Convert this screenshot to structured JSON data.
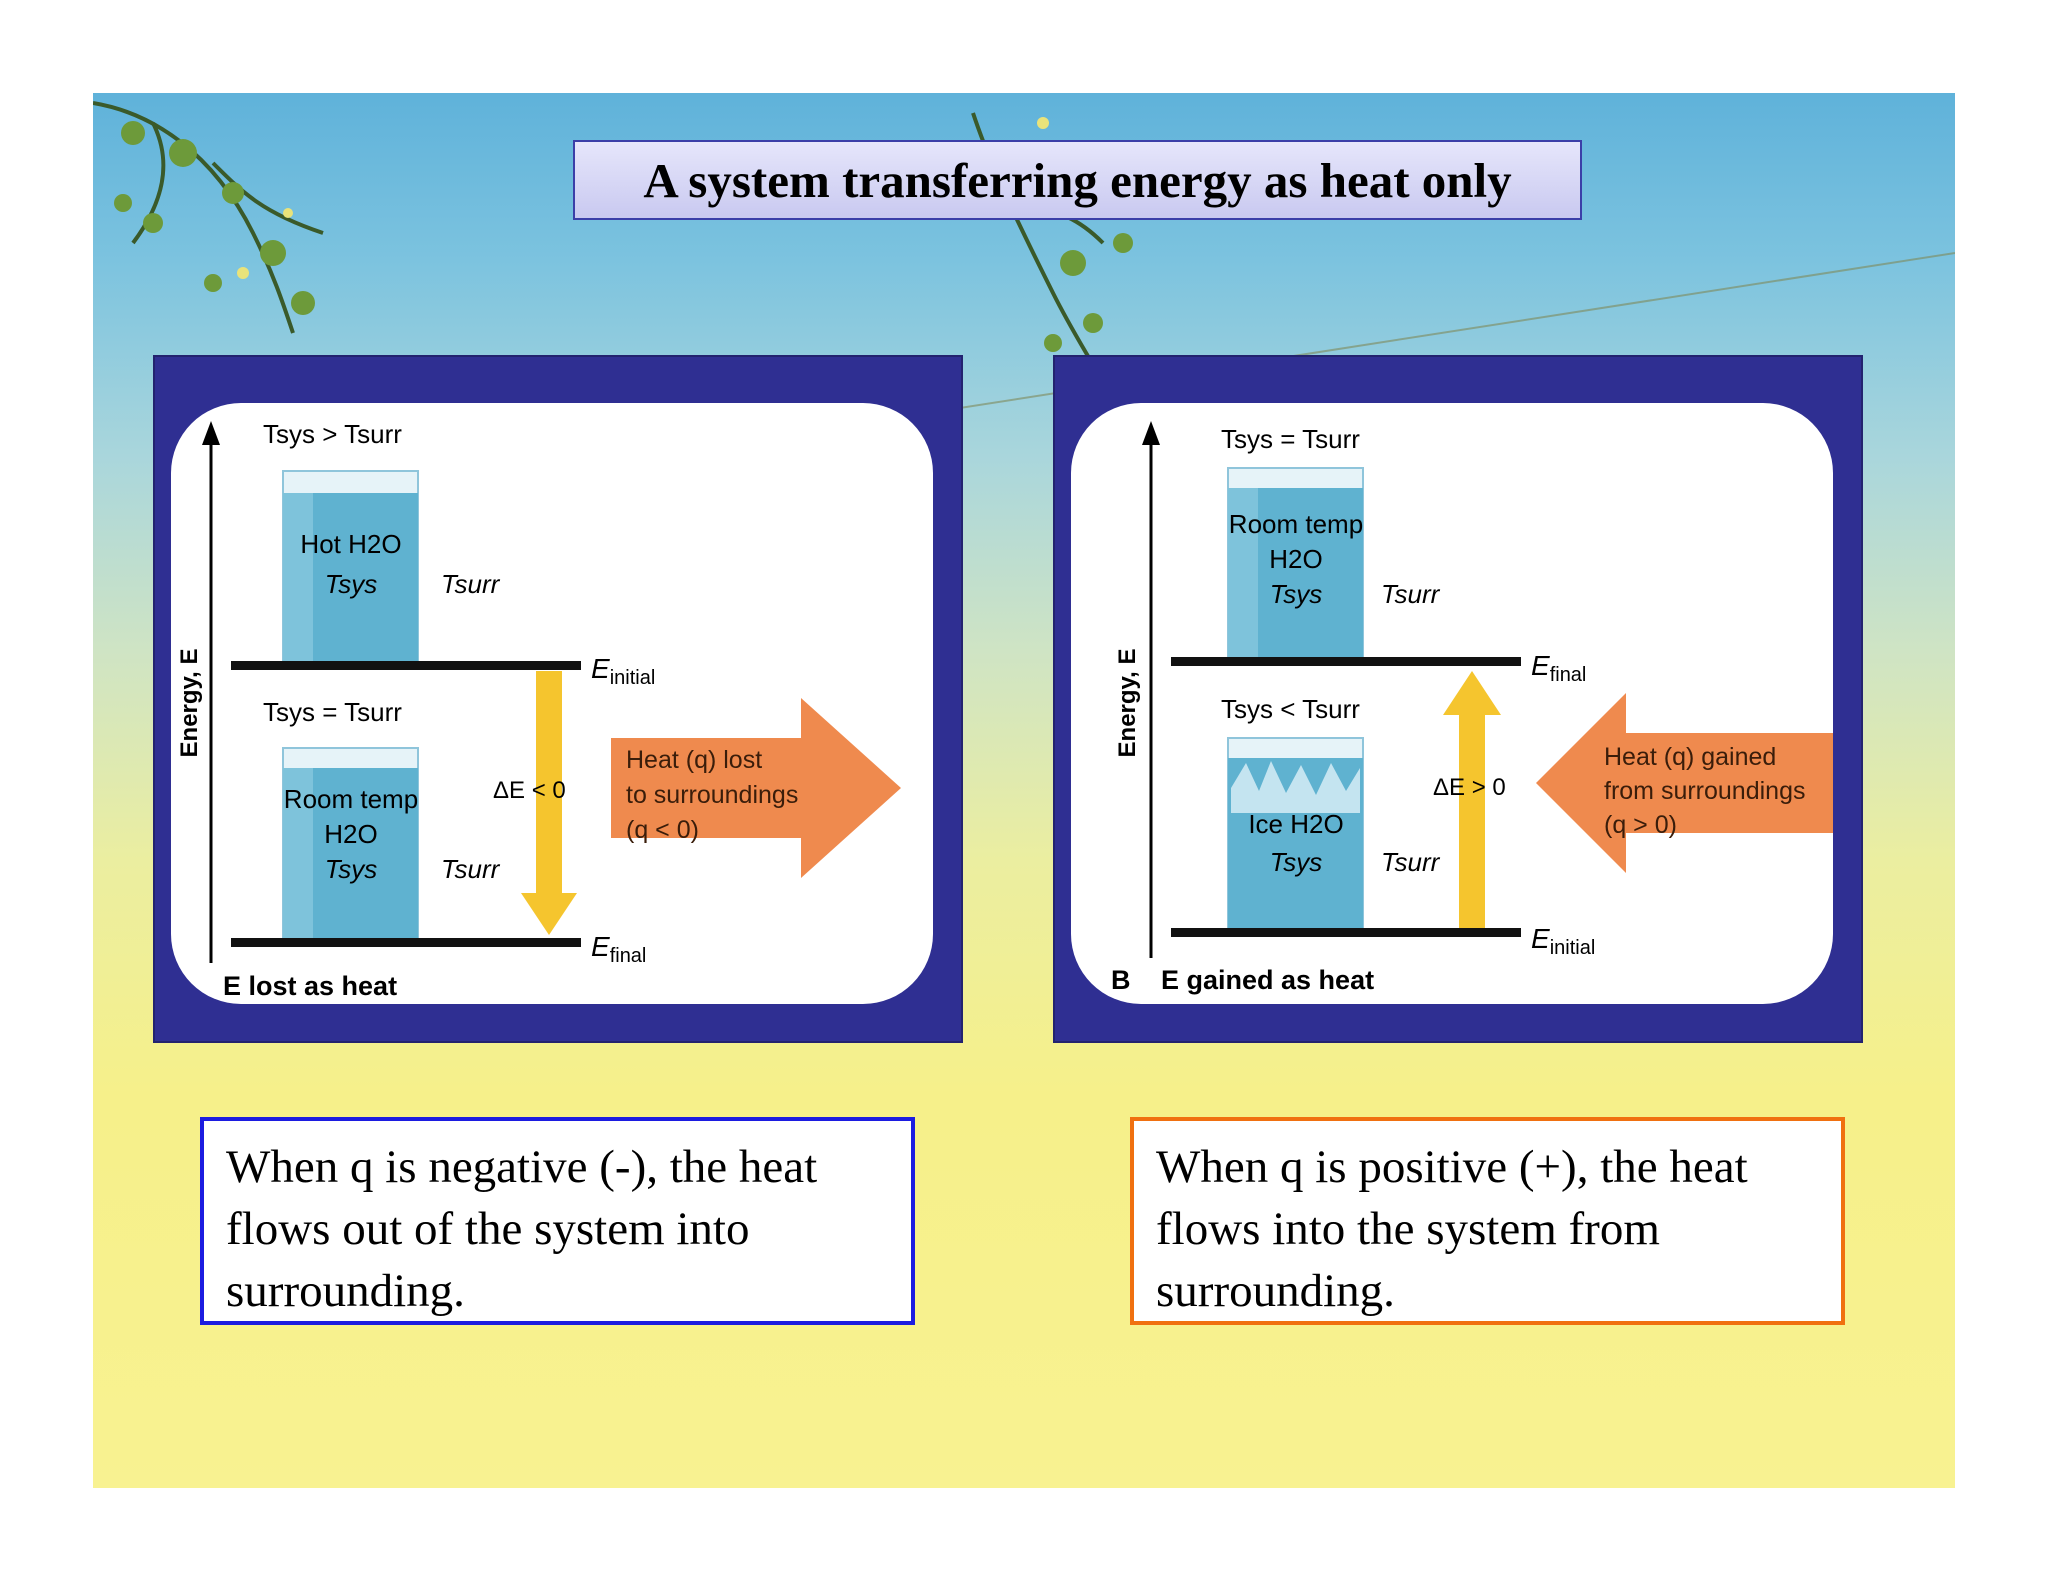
{
  "title": "A system transferring energy as heat only",
  "panels": [
    {
      "id": "a",
      "axis_label": "Energy, E",
      "panel_letter": "",
      "panel_caption": "E lost as heat",
      "top_level": {
        "e_main": "E",
        "e_sub": "initial"
      },
      "bottom_level": {
        "e_main": "E",
        "e_sub": "final"
      },
      "top_state": {
        "relation": "Tsys > Tsurr",
        "beaker_line1": "Hot H2O",
        "beaker_line2": "",
        "t_sys": "Tsys",
        "t_surr": "Tsurr"
      },
      "bottom_state": {
        "relation": "Tsys = Tsurr",
        "beaker_line1": "Room temp",
        "beaker_line2": "H2O",
        "t_sys": "Tsys",
        "t_surr": "Tsurr"
      },
      "delta_e": "ΔE < 0",
      "heat_line1": "Heat (q) lost",
      "heat_line2": "to surroundings",
      "heat_line3": "(q < 0)"
    },
    {
      "id": "b",
      "axis_label": "Energy, E",
      "panel_letter": "B",
      "panel_caption": "E gained as heat",
      "top_level": {
        "e_main": "E",
        "e_sub": "final"
      },
      "bottom_level": {
        "e_main": "E",
        "e_sub": "initial"
      },
      "top_state": {
        "relation": "Tsys = Tsurr",
        "beaker_line1": "Room temp",
        "beaker_line2": "H2O",
        "t_sys": "Tsys",
        "t_surr": "Tsurr"
      },
      "bottom_state": {
        "relation": "Tsys < Tsurr",
        "beaker_line1": "Ice H2O",
        "beaker_line2": "",
        "t_sys": "Tsys",
        "t_surr": "Tsurr"
      },
      "delta_e": "ΔE > 0",
      "heat_line1": "Heat (q) gained",
      "heat_line2": "from surroundings",
      "heat_line3": "(q > 0)"
    }
  ],
  "captions": {
    "negative": "When q is negative (-), the heat flows out of the system into surrounding.",
    "positive": "When q is positive (+), the heat flows into the system from surrounding."
  },
  "colors": {
    "panel_border": "#2f2f92",
    "heat_arrow": "#ef8a4e",
    "energy_arrow": "#f5c52e",
    "water": "#5fb2d0",
    "caption_negative_border": "#1c1ce0",
    "caption_positive_border": "#f07010"
  }
}
